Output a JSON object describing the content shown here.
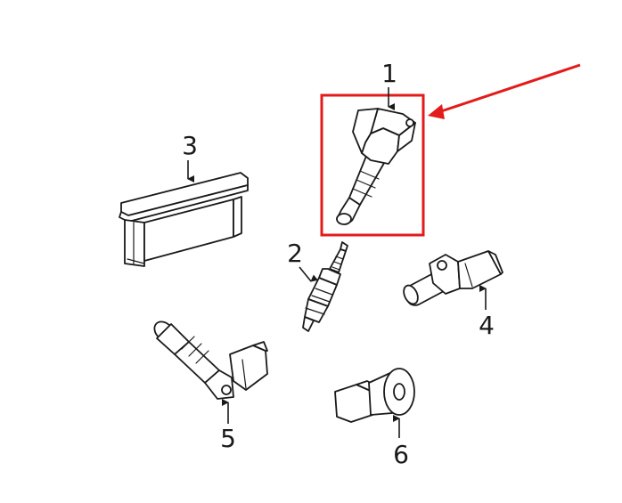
{
  "colors": {
    "highlight": "#e31b1b",
    "line": "#1a1a1a",
    "background": "#ffffff"
  },
  "callouts": {
    "part1": "1",
    "part2": "2",
    "part3": "3",
    "part4": "4",
    "part5": "5",
    "part6": "6"
  },
  "icons": {
    "part1": "ignition-coil-icon",
    "part2": "spark-plug-icon",
    "part3": "control-module-icon",
    "part4": "camshaft-sensor-icon",
    "part5": "crankshaft-sensor-icon",
    "part6": "knock-sensor-icon"
  }
}
